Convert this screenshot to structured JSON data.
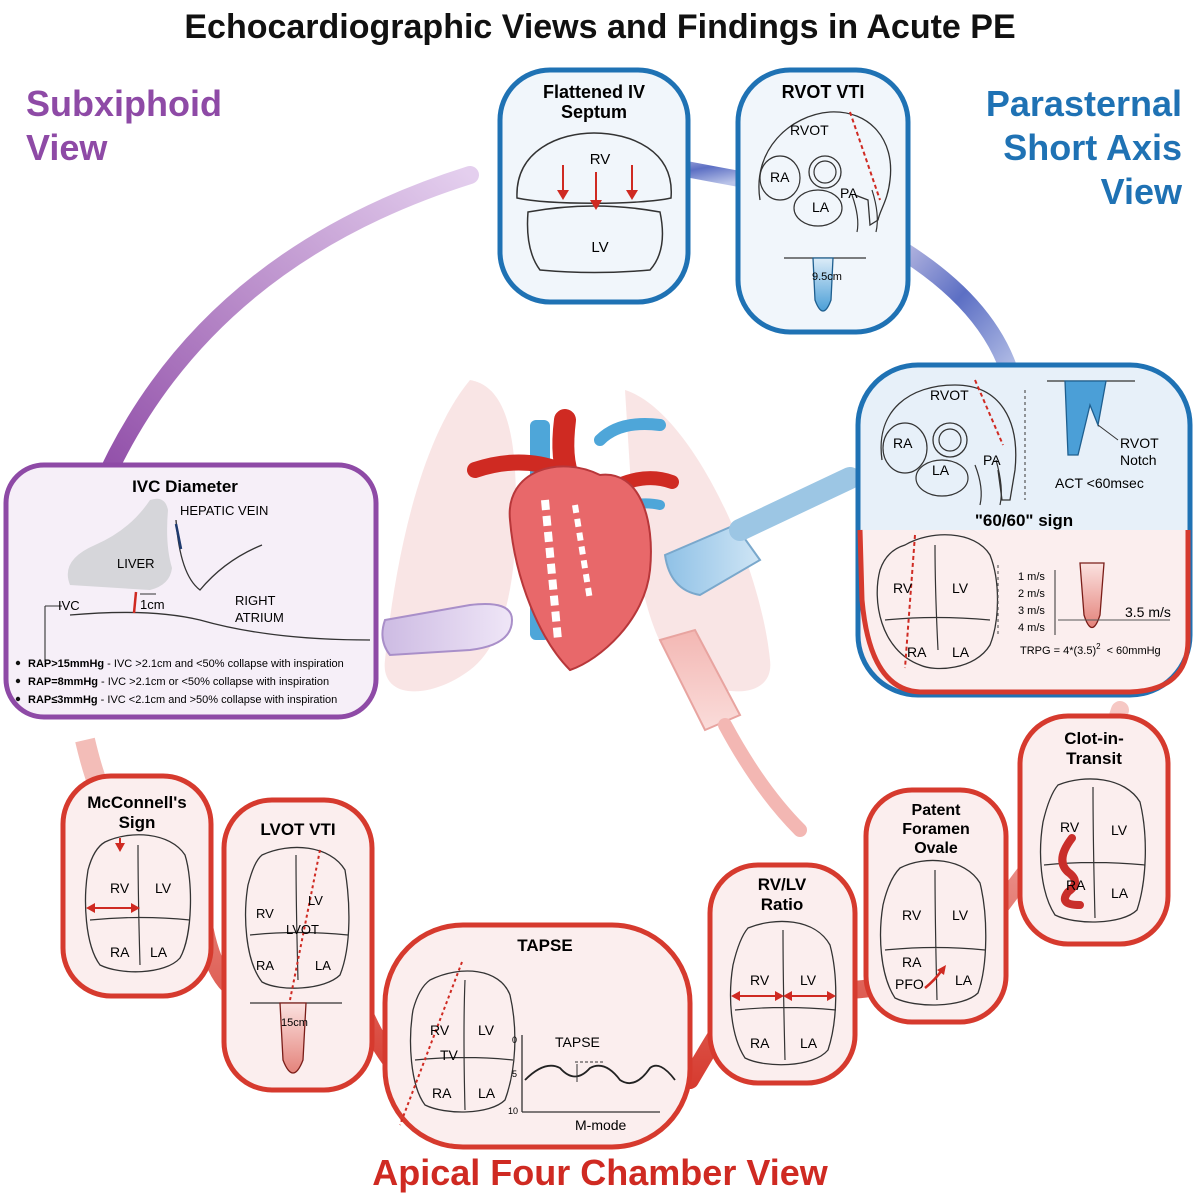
{
  "title": "Echocardiographic Views and Findings in Acute PE",
  "views": {
    "subxiphoid": {
      "line1": "Subxiphoid",
      "line2": "View"
    },
    "psax": {
      "line1": "Parasternal",
      "line2": "Short Axis",
      "line3": "View"
    },
    "apical": "Apical Four Chamber View"
  },
  "colors": {
    "subxiphoid": "#8e4aa6",
    "psax": "#1f72b4",
    "apical": "#cf2a22",
    "panel_blue_fill": "#f1f6fb",
    "panel_red_fill": "#fbeeee",
    "panel_purple_fill": "#f6eff8"
  },
  "icons": [
    "heart-icon",
    "lungs-icon",
    "ultrasound-probe-icon"
  ],
  "panels": {
    "flattened_septum": {
      "title1": "Flattened IV",
      "title2": "Septum",
      "rv": "RV",
      "lv": "LV"
    },
    "rvot_vti": {
      "title": "RVOT VTI",
      "rvot": "RVOT",
      "ra": "RA",
      "la": "LA",
      "pa": "PA",
      "scale": "9.5cm"
    },
    "sixty_sign": {
      "rvot": "RVOT",
      "ra": "RA",
      "la": "LA",
      "pa": "PA",
      "notch1": "RVOT",
      "notch2": "Notch",
      "act": "ACT <60msec",
      "sign": "\"60/60\" sign",
      "rv": "RV",
      "lv": "LV",
      "ra2": "RA",
      "la2": "LA",
      "velocities": [
        "1 m/s",
        "2 m/s",
        "3 m/s",
        "4 m/s"
      ],
      "peak": "3.5 m/s",
      "trpg_pre": "TRPG = 4*(3.5)",
      "trpg_exp": "2",
      "trpg_post": "< 60mmHg"
    },
    "ivc": {
      "title": "IVC Diameter",
      "hepatic": "HEPATIC VEIN",
      "liver": "LIVER",
      "ivc": "IVC",
      "cm": "1cm",
      "ra1": "RIGHT",
      "ra2": "ATRIUM",
      "criteria": [
        {
          "bold": "RAP>15mmHg",
          "text": " - IVC >2.1cm and <50% collapse with inspiration"
        },
        {
          "bold": "RAP=8mmHg",
          "text": "   - IVC >2.1cm or <50% collapse with inspiration"
        },
        {
          "bold": "RAP≤3mmHg",
          "text": " - IVC <2.1cm and >50% collapse with inspiration"
        }
      ]
    },
    "mcconnell": {
      "title1": "McConnell's",
      "title2": "Sign",
      "rv": "RV",
      "lv": "LV",
      "ra": "RA",
      "la": "LA"
    },
    "lvot_vti": {
      "title": "LVOT VTI",
      "rv": "RV",
      "lv": "LV",
      "lvot": "LVOT",
      "ra": "RA",
      "la": "LA",
      "scale": "15cm"
    },
    "tapse": {
      "title": "TAPSE",
      "rv": "RV",
      "lv": "LV",
      "tv": "TV",
      "ra": "RA",
      "la": "LA",
      "label": "TAPSE",
      "mmode": "M-mode",
      "ticks": [
        "0",
        "5",
        "10"
      ]
    },
    "rvlv": {
      "title1": "RV/LV",
      "title2": "Ratio",
      "rv": "RV",
      "lv": "LV",
      "ra": "RA",
      "la": "LA"
    },
    "pfo": {
      "title1": "Patent",
      "title2": "Foramen",
      "title3": "Ovale",
      "rv": "RV",
      "lv": "LV",
      "ra": "RA",
      "pfo": "PFO",
      "la": "LA"
    },
    "clot": {
      "title1": "Clot-in-",
      "title2": "Transit",
      "rv": "RV",
      "lv": "LV",
      "ra": "RA",
      "la": "LA"
    }
  }
}
